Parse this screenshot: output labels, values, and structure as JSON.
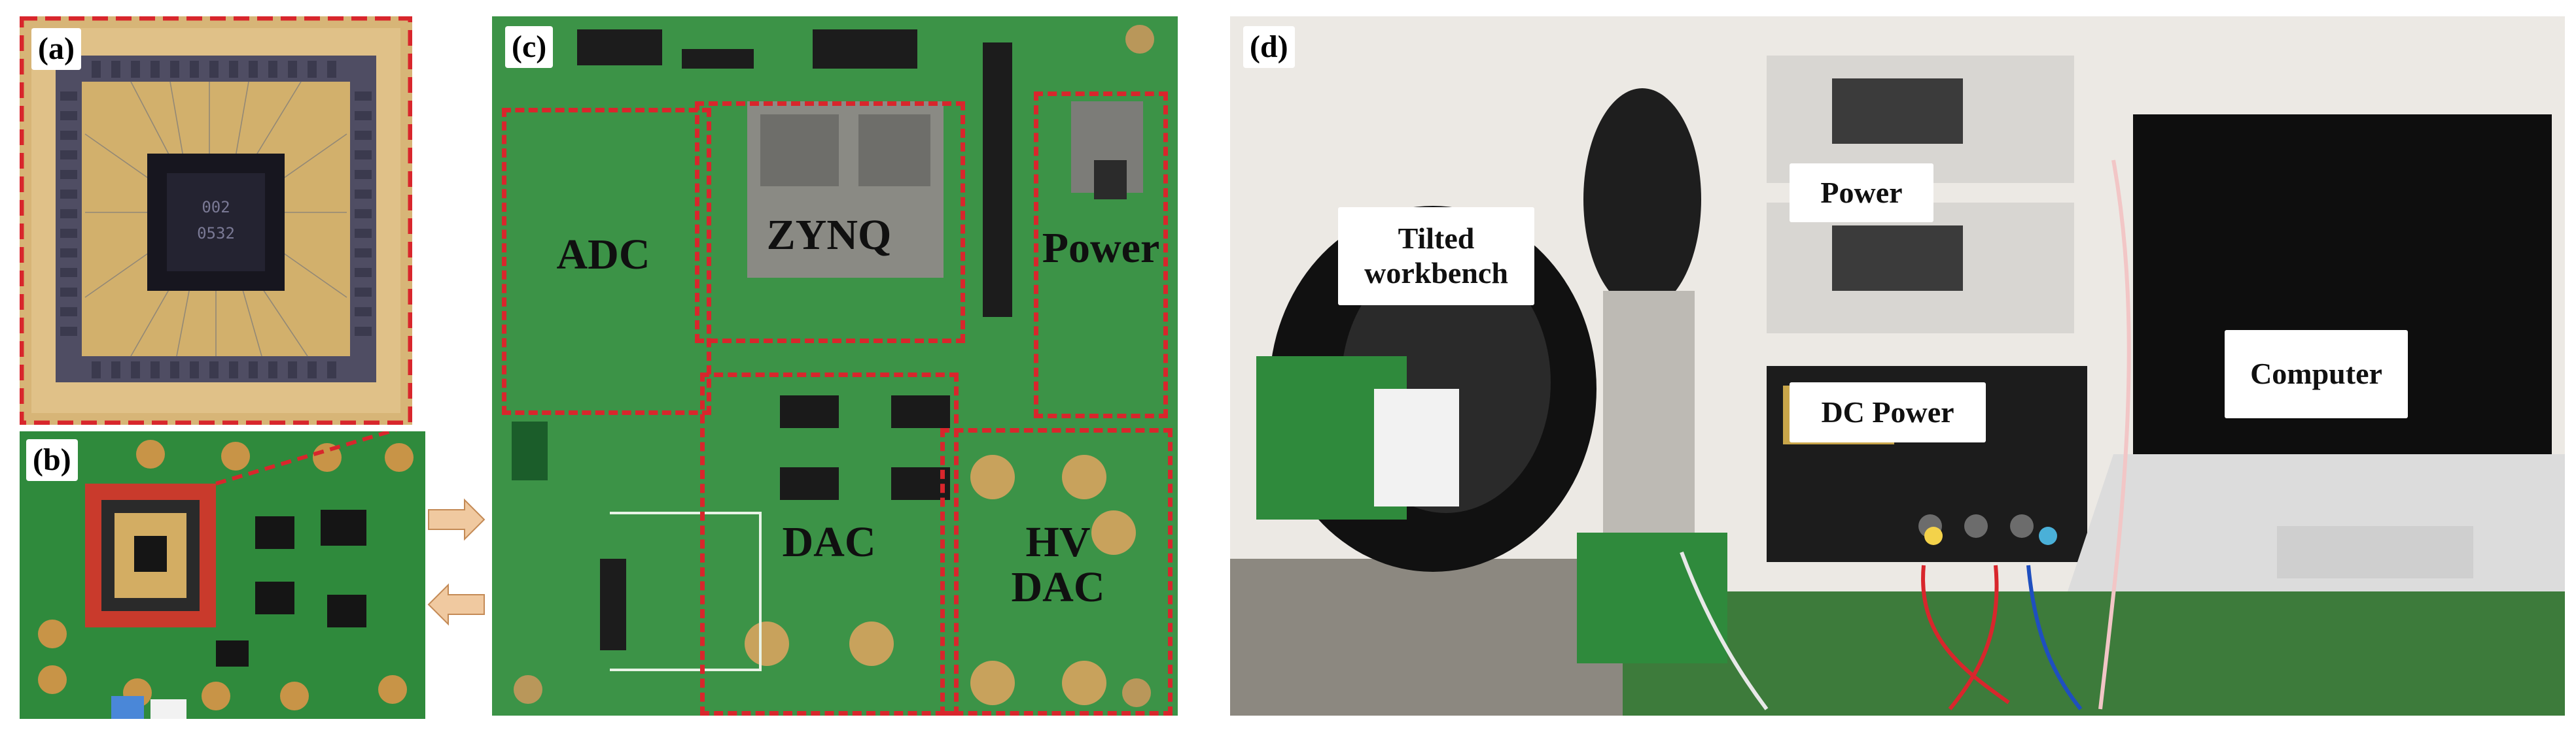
{
  "panels": {
    "a": {
      "tag": "(a)"
    },
    "b": {
      "tag": "(b)"
    },
    "c": {
      "tag": "(c)",
      "regions": {
        "adc": "ADC",
        "zynq": "ZYNQ",
        "power": "Power",
        "dac": "DAC",
        "hv_dac": "HV DAC"
      }
    },
    "d": {
      "tag": "(d)",
      "callouts": {
        "workbench": "Tilted workbench",
        "power": "Power",
        "dc_power": "DC Power",
        "computer": "Computer"
      }
    }
  },
  "colors": {
    "highlight_dashed_red": "#d8262c",
    "pcb_green": "#2f8a3c",
    "chip_gold": "#c9a25a",
    "arrow_tan": "#f0c9a0"
  }
}
